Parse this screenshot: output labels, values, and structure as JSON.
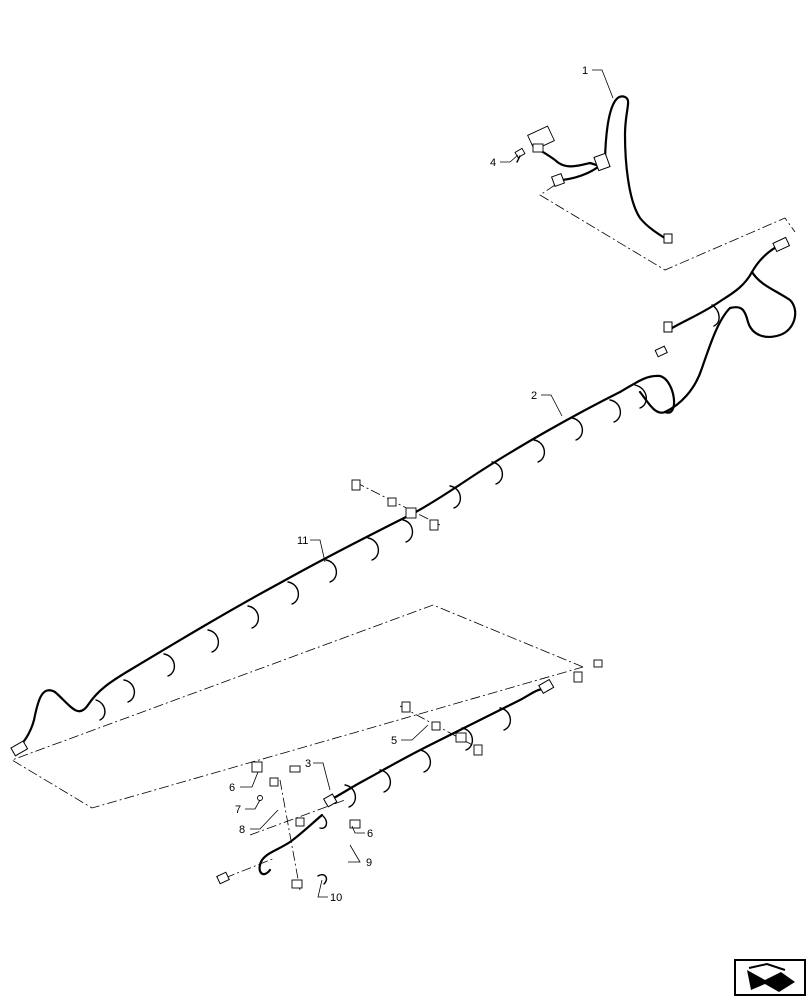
{
  "diagram": {
    "callouts": [
      {
        "id": "c1",
        "label": "1"
      },
      {
        "id": "c2",
        "label": "2"
      },
      {
        "id": "c3",
        "label": "3"
      },
      {
        "id": "c4",
        "label": "4"
      },
      {
        "id": "c5",
        "label": "5"
      },
      {
        "id": "c6a",
        "label": "6"
      },
      {
        "id": "c6b",
        "label": "6"
      },
      {
        "id": "c7",
        "label": "7"
      },
      {
        "id": "c8",
        "label": "8"
      },
      {
        "id": "c9",
        "label": "9"
      },
      {
        "id": "c10",
        "label": "10"
      },
      {
        "id": "c11",
        "label": "11"
      }
    ],
    "nav_icon": "return-arrow-icon"
  }
}
